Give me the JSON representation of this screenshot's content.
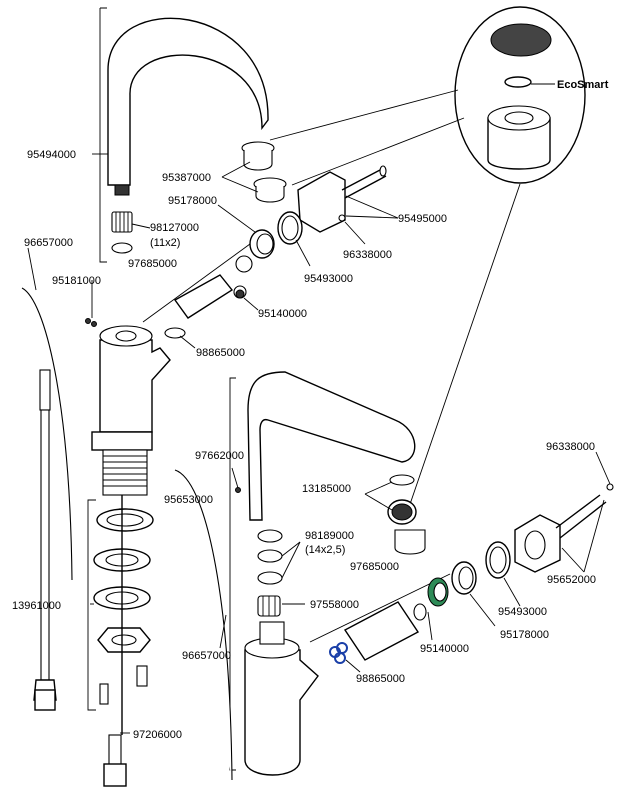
{
  "labels": {
    "p95494000": "95494000",
    "p95387000": "95387000",
    "p95178000a": "95178000",
    "p98127000": "98127000",
    "p11x2": "(11x2)",
    "p96657000a": "96657000",
    "p97685000a": "97685000",
    "p95181000": "95181000",
    "p95495000": "95495000",
    "p96338000a": "96338000",
    "p95493000a": "95493000",
    "p95140000a": "95140000",
    "p98865000a": "98865000",
    "ecosmart": "EcoSmart",
    "p97662000": "97662000",
    "p95653000": "95653000",
    "p13185000": "13185000",
    "p96338000b": "96338000",
    "p98189000": "98189000",
    "p14x25": "(14x2,5)",
    "p97685000b": "97685000",
    "p97558000": "97558000",
    "p95652000": "95652000",
    "p13961000": "13961000",
    "p95493000b": "95493000",
    "p95140000b": "95140000",
    "p95178000b": "95178000",
    "p96657000b": "96657000",
    "p98865000b": "98865000",
    "p97206000": "97206000"
  }
}
